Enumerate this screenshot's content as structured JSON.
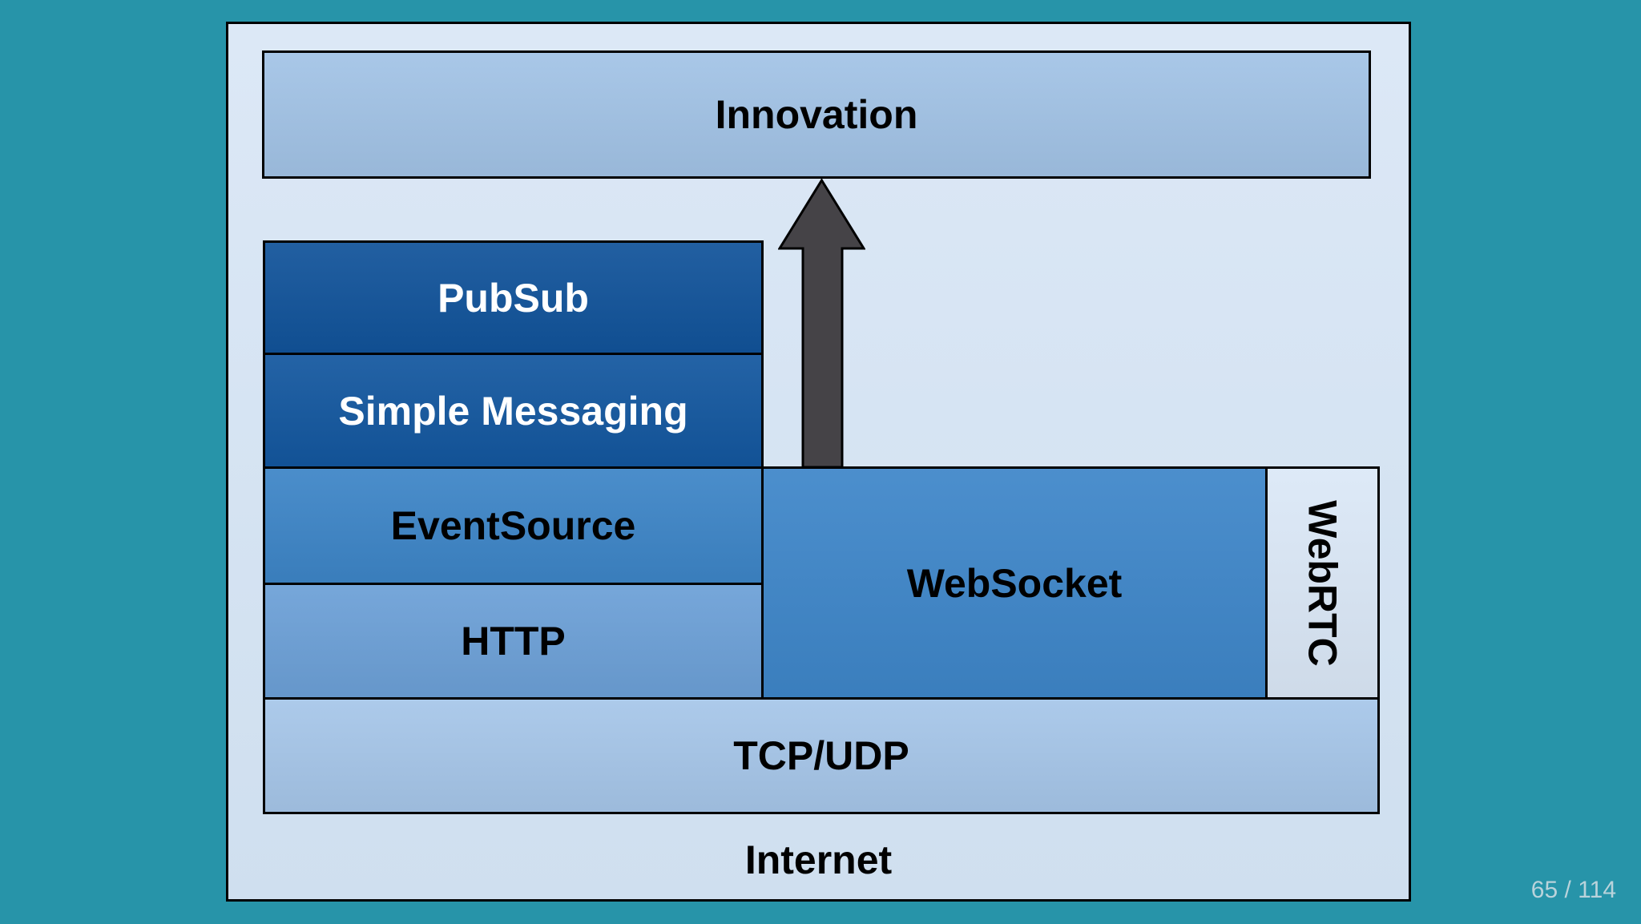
{
  "page_number": "65 / 114",
  "boxes": {
    "internet": "Internet",
    "innovation": "Innovation",
    "pubsub": "PubSub",
    "simple_messaging": "Simple Messaging",
    "eventsource": "EventSource",
    "http": "HTTP",
    "websocket": "WebSocket",
    "webrtc": "WebRTC",
    "tcp_udp": "TCP/UDP"
  },
  "colors": {
    "slide-bg": "#2794a9",
    "box-border": "#000000",
    "container-fill-top": "#dce8f6",
    "container-fill-bottom": "#cfdfef",
    "innovation-fill": "#a2c3e6",
    "pubsub-fill": "#11539a",
    "simple-messaging-fill": "#13579f",
    "eventsource-fill": "#3d85c7",
    "websocket-fill": "#3e86c9",
    "http-fill": "#6ca0d7",
    "tcp-udp-fill": "#a6c6e9",
    "webrtc-fill": "#dbe8f7",
    "arrow-fill": "#454347",
    "text-dark": "#000000",
    "text-light": "#ffffff",
    "page-number-color": "#b9d3db"
  }
}
